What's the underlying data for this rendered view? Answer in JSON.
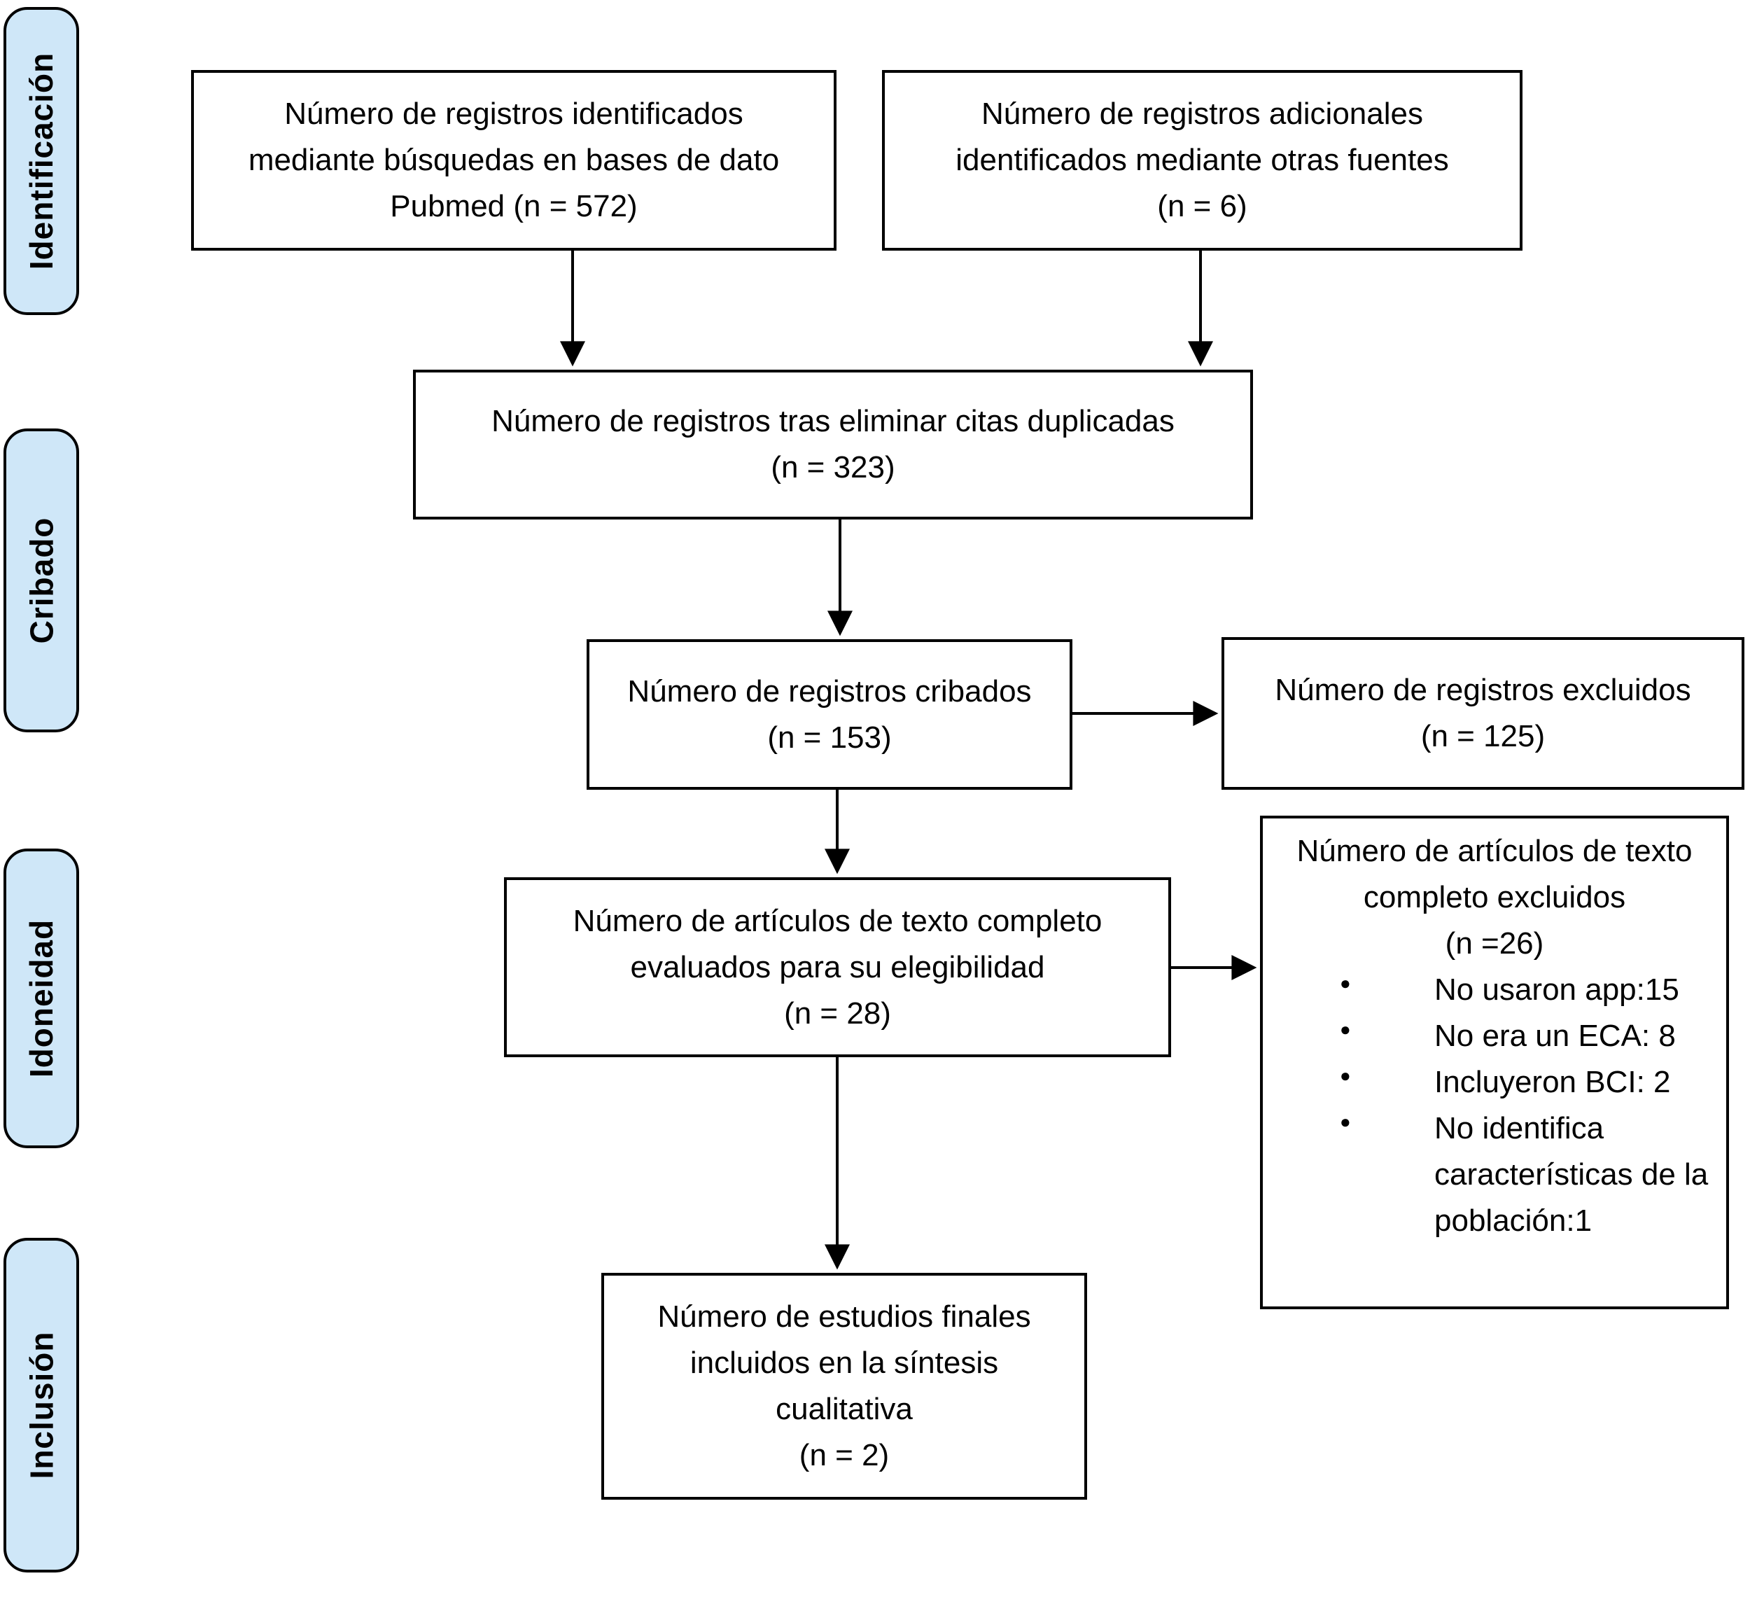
{
  "diagram": {
    "title": "PRISMA flow diagram (Spanish)",
    "stages": [
      {
        "label": "Identificación"
      },
      {
        "label": "Cribado"
      },
      {
        "label": "Idoneidad"
      },
      {
        "label": "Inclusión"
      }
    ],
    "boxes": {
      "identified_db": {
        "lines": [
          "Número de registros identificados",
          "mediante búsquedas en bases de dato",
          "Pubmed (n = 572)"
        ],
        "n": 572
      },
      "identified_other": {
        "lines": [
          "Número de registros adicionales",
          "identificados mediante otras fuentes",
          "(n = 6)"
        ],
        "n": 6
      },
      "deduplicated": {
        "lines": [
          "Número de registros tras eliminar citas duplicadas",
          "(n = 323)"
        ],
        "n": 323
      },
      "screened": {
        "lines": [
          "Número de registros cribados",
          "(n = 153)"
        ],
        "n": 153
      },
      "records_excluded": {
        "lines": [
          "Número de registros excluidos",
          "(n = 125)"
        ],
        "n": 125
      },
      "fulltext_assessed": {
        "lines": [
          "Número de artículos de texto completo",
          "evaluados para su elegibilidad",
          "(n = 28)"
        ],
        "n": 28
      },
      "fulltext_excluded": {
        "title_lines": [
          "Número de artículos de texto",
          "completo excluidos",
          "(n =26)"
        ],
        "n": 26,
        "bullets": [
          "No usaron app:15",
          "No era un ECA: 8",
          "Incluyeron BCI: 2",
          "No identifica características de la población:1"
        ]
      },
      "included_qualitative": {
        "lines": [
          "Número de estudios finales",
          "incluidos en la síntesis",
          "cualitativa",
          "(n = 2)"
        ],
        "n": 2
      }
    },
    "colors": {
      "stage_fill": "#cfe7f8",
      "stage_border": "#000000",
      "box_fill": "#ffffff",
      "box_border": "#000000",
      "arrow": "#000000"
    }
  }
}
